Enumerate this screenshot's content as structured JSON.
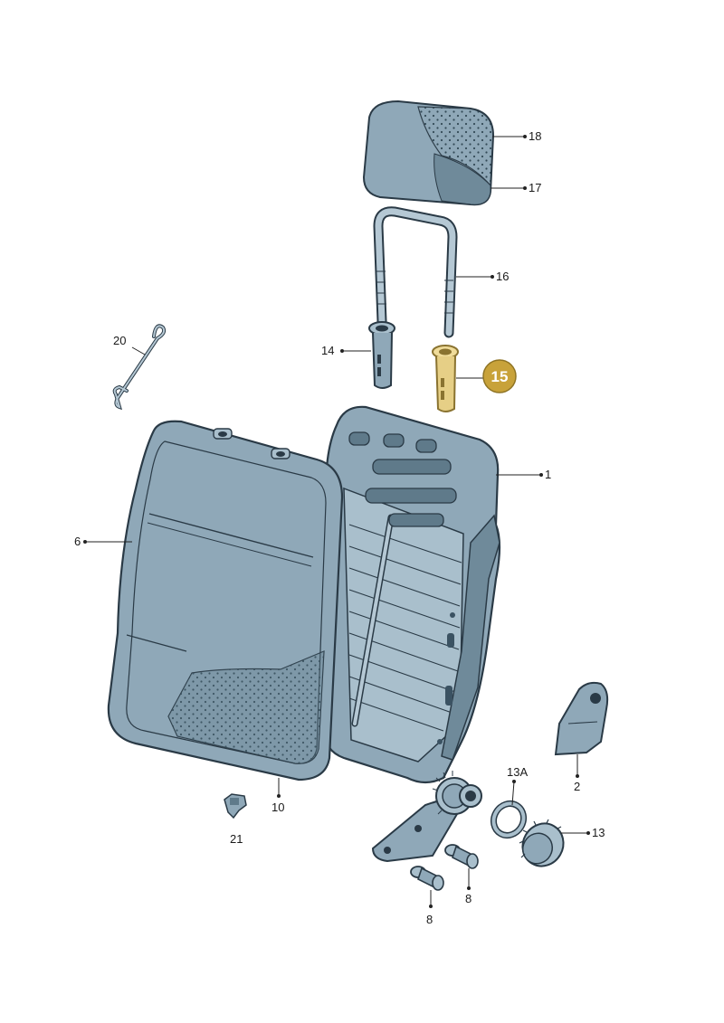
{
  "colors": {
    "part_fill": "#8fa8b8",
    "part_fill_light": "#a9bfcc",
    "part_fill_dark": "#5f7a8a",
    "outline": "#2a3a46",
    "highlight_part": "#e6cf86",
    "highlight_outline": "#8a7330",
    "badge_fill": "#c8a23a",
    "badge_stroke": "#8f7424"
  },
  "callouts": {
    "c1": "1",
    "c2": "2",
    "c6": "6",
    "c8a": "8",
    "c8b": "8",
    "c10": "10",
    "c13": "13",
    "c13a": "13A",
    "c14": "14",
    "c16": "16",
    "c17": "17",
    "c18": "18",
    "c20": "20",
    "c21": "21"
  },
  "highlight": {
    "label": "15"
  }
}
